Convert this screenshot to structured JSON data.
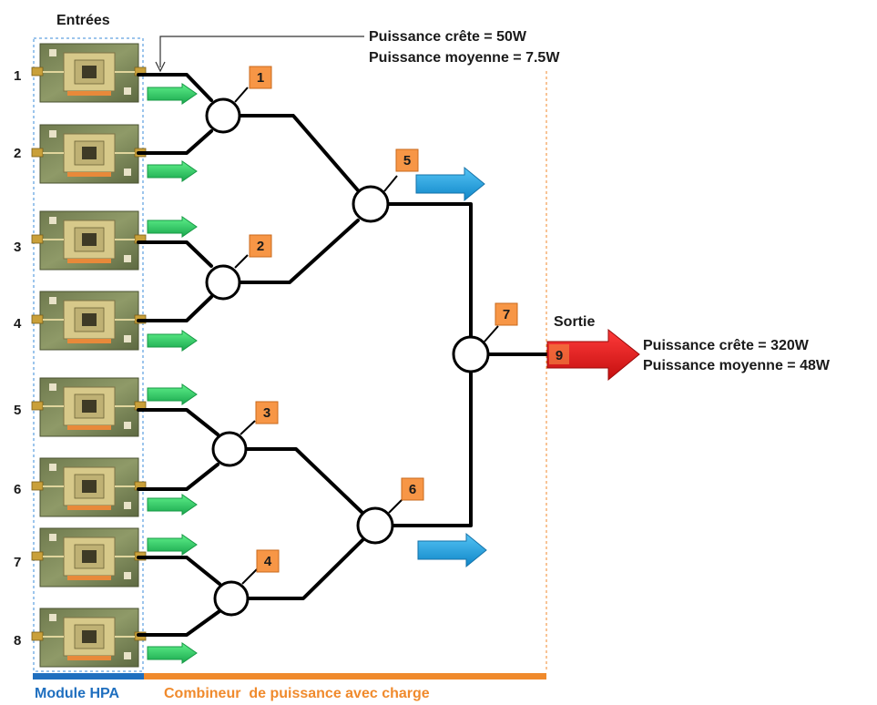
{
  "inputs_title": "Entrées",
  "input_labels": [
    "1",
    "2",
    "3",
    "4",
    "5",
    "6",
    "7",
    "8"
  ],
  "node_labels": [
    "1",
    "2",
    "3",
    "4",
    "5",
    "6",
    "7"
  ],
  "output_node_label": "9",
  "sortie_label": "Sortie",
  "input_power": {
    "peak": "Puissance crête = 50W",
    "avg": "Puissance moyenne = 7.5W"
  },
  "output_power": {
    "peak": "Puissance crête = 320W",
    "avg": "Puissance moyenne = 48W"
  },
  "bottom": {
    "module_label": "Module HPA",
    "combiner_label": "Combineur  de puissance avec charge"
  },
  "colors": {
    "module_blue": "#1f6fbf",
    "combiner_orange": "#f08a2c",
    "tag_orange": "#f79646",
    "green_arrow": "#2ecc71",
    "blue_arrow": "#1ea0e6",
    "red_arrow": "#e11b1b"
  }
}
